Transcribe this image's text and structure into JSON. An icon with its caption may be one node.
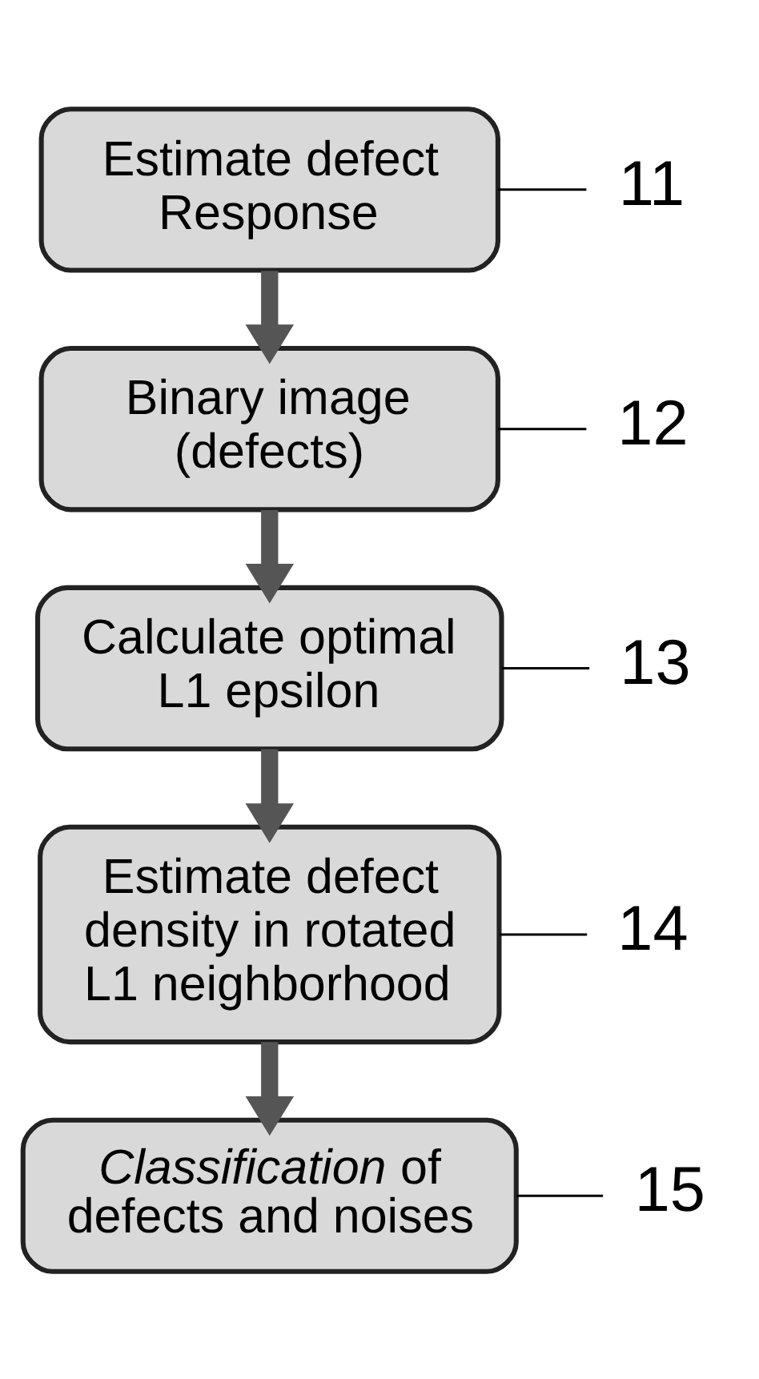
{
  "diagram": {
    "nodes": [
      {
        "text": [
          "Estimate defect Response"
        ]
      },
      {
        "text": [
          "Binary image (defects)"
        ]
      },
      {
        "text": [
          "Calculate optimal L1 epsilon"
        ]
      },
      {
        "text": [
          "Estimate defect density in rotated L1 neighborhood"
        ]
      },
      {
        "text": [
          "*Classification* of defects and noises"
        ]
      },
      {
        "text": [
          "11"
        ]
      },
      {
        "text": [
          "12"
        ]
      },
      {
        "text": [
          "13"
        ]
      },
      {
        "text": [
          "14"
        ]
      },
      {
        "text": [
          "15"
        ]
      }
    ],
    "edges": [
      {
        "from": 0,
        "to": 1,
        "arrow": "to",
        "style": "thick"
      },
      {
        "from": 1,
        "to": 2,
        "arrow": "to",
        "style": "thick"
      },
      {
        "from": 2,
        "to": 3,
        "arrow": "to",
        "style": "thick"
      },
      {
        "from": 3,
        "to": 4,
        "arrow": "to",
        "style": "thick"
      },
      {
        "from": 5,
        "to": 0,
        "arrow": "none"
      },
      {
        "from": 6,
        "to": 1,
        "arrow": "none"
      },
      {
        "from": 7,
        "to": 2,
        "arrow": "none"
      },
      {
        "from": 8,
        "to": 3,
        "arrow": "none"
      },
      {
        "from": 9,
        "to": 4,
        "arrow": "none"
      }
    ]
  }
}
